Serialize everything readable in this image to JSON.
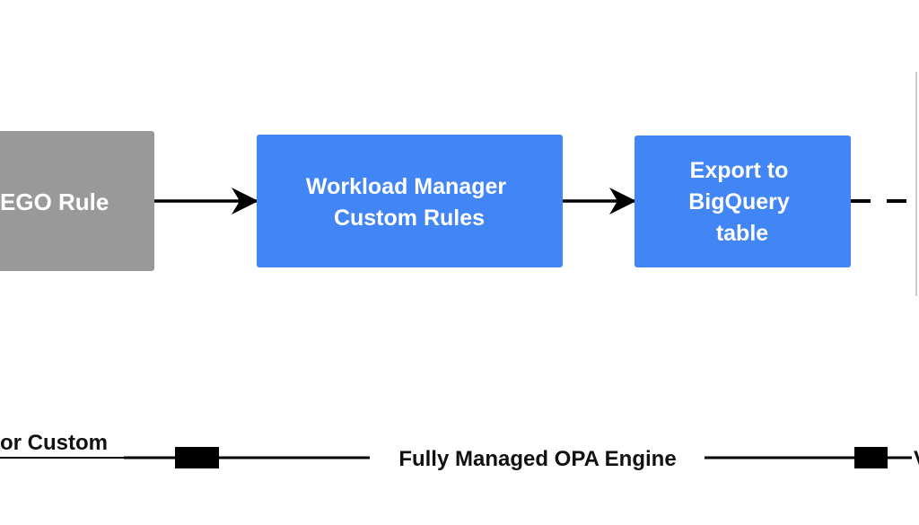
{
  "colors": {
    "background": "#ffffff",
    "node_gray": "#999999",
    "node_blue": "#4285f4",
    "node_text": "#ffffff",
    "line": "#000000",
    "right_edge_gray": "#cccccc"
  },
  "nodes": {
    "rego_rule": {
      "label": "EGO Rule"
    },
    "workload_manager": {
      "label_lines": [
        "Workload Manager",
        "Custom Rules"
      ]
    },
    "export_bigquery": {
      "label_lines": [
        "Export to",
        "BigQuery",
        "table"
      ]
    }
  },
  "bottom": {
    "left_label": "or Custom",
    "center_label": "Fully Managed OPA Engine",
    "right_fragment": "V"
  }
}
